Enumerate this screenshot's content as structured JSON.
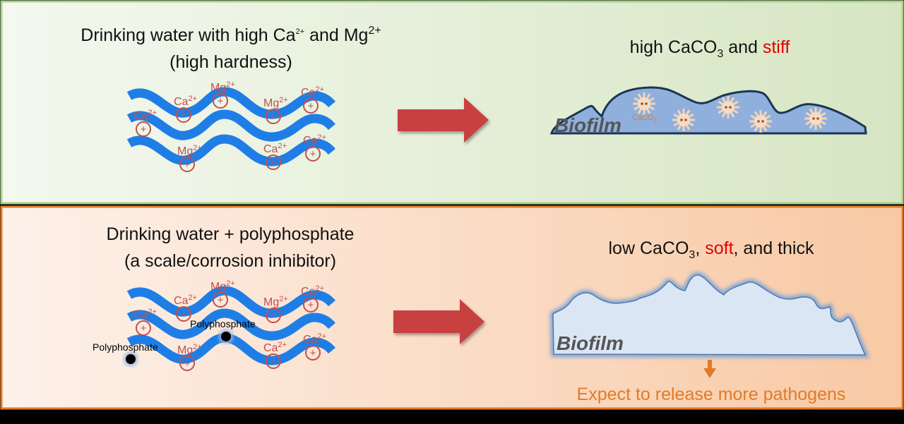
{
  "top_panel": {
    "title_line1_parts": [
      "Drinking water with high Ca",
      "2+",
      " and Mg",
      "2+"
    ],
    "title_line2": "(high hardness)",
    "result_parts": [
      "high CaCO",
      "3",
      " and ",
      "stiff"
    ],
    "biofilm_label": "Biofilm",
    "caco3_label_parts": [
      "CaCO",
      "3"
    ],
    "border_color": "#a9d18e"
  },
  "bottom_panel": {
    "title_line1": "Drinking water + polyphosphate",
    "title_line2": "(a scale/corrosion inhibitor)",
    "result_parts": [
      "low CaCO",
      "3",
      ", ",
      "soft",
      ", and thick"
    ],
    "biofilm_label": "Biofilm",
    "polyphosphate_labels": [
      "Polyphosphate",
      "Polyphosphate"
    ],
    "footnote": "Expect to release more pathogens",
    "border_color": "#e07b28"
  },
  "ions": [
    {
      "symbol": "Ca",
      "charge": "2+",
      "charge_sign": "+"
    },
    {
      "symbol": "Ca",
      "charge": "2+",
      "charge_sign": "+"
    },
    {
      "symbol": "Mg",
      "charge": "2+",
      "charge_sign": "+"
    },
    {
      "symbol": "Mg",
      "charge": "2+",
      "charge_sign": "+"
    },
    {
      "symbol": "Ca",
      "charge": "2+",
      "charge_sign": "+"
    },
    {
      "symbol": "Mg",
      "charge": "2+",
      "charge_sign": "+"
    },
    {
      "symbol": "Ca",
      "charge": "2+",
      "charge_sign": "+"
    },
    {
      "symbol": "Ca",
      "charge": "2+",
      "charge_sign": "+"
    }
  ],
  "colors": {
    "water": "#1f7ee6",
    "ion": "#c0504d",
    "arrow": "#c9403f",
    "emphasis": "#e00000",
    "footnote": "#e07b28",
    "stiff_biofilm": "#8fb0dc",
    "soft_biofilm": "#dbe6f4"
  }
}
